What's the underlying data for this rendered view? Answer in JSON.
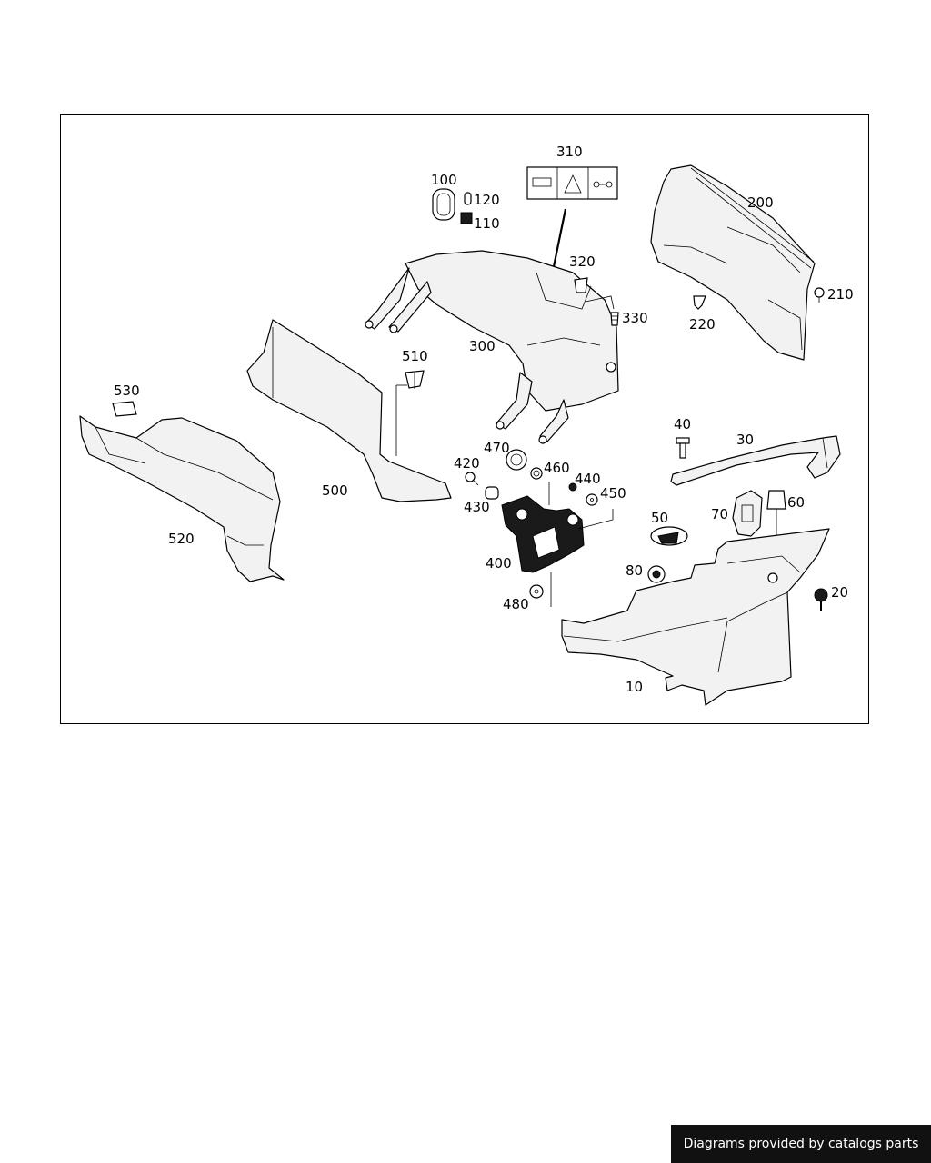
{
  "diagram": {
    "callouts": {
      "c10": "10",
      "c20": "20",
      "c30": "30",
      "c40": "40",
      "c50": "50",
      "c60": "60",
      "c70": "70",
      "c80": "80",
      "c100": "100",
      "c110": "110",
      "c120": "120",
      "c200": "200",
      "c210": "210",
      "c220": "220",
      "c300": "300",
      "c310": "310",
      "c320": "320",
      "c330": "330",
      "c400": "400",
      "c420": "420",
      "c430": "430",
      "c440": "440",
      "c450": "450",
      "c460": "460",
      "c470": "470",
      "c480": "480",
      "c500": "500",
      "c510": "510",
      "c520": "520",
      "c530": "530"
    }
  },
  "footer": {
    "credit": "Diagrams provided by catalogs parts"
  }
}
